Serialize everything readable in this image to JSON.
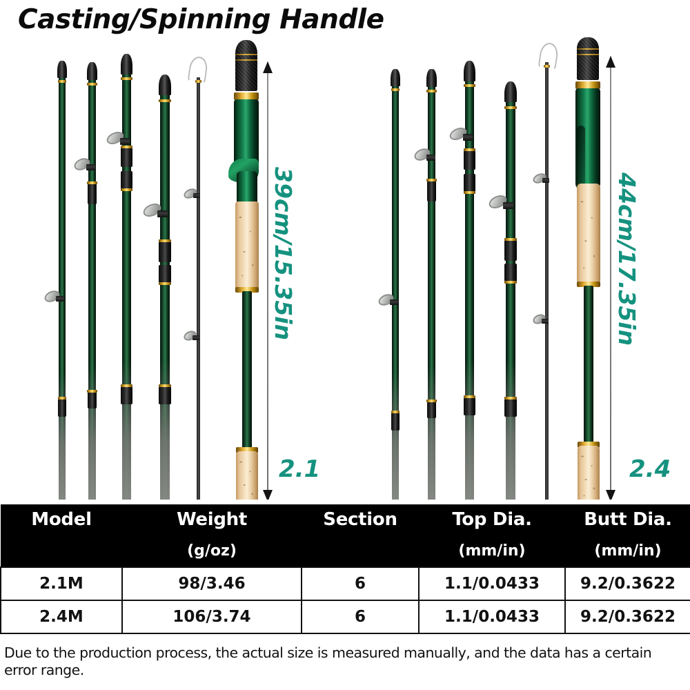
{
  "header": {
    "title": "Casting/Spinning Handle"
  },
  "colors": {
    "accent_teal": "#15927f",
    "table_header_bg": "#000000",
    "table_header_fg": "#ffffff",
    "rod_green": "#11784a",
    "rod_gold": "#d9a82a",
    "cork": "#efd5ad"
  },
  "products": [
    {
      "id": "casting",
      "handle_type": "casting-handle-with-trigger",
      "dimension_label": "39cm/15.35in",
      "model_label": "2.1",
      "sections_shown": 5
    },
    {
      "id": "spinning",
      "handle_type": "spinning-handle",
      "dimension_label": "44cm/17.35in",
      "model_label": "2.4",
      "sections_shown": 5
    }
  ],
  "spec_table": {
    "headers": [
      "Model",
      "Weight",
      "Section",
      "Top Dia.",
      "Butt Dia."
    ],
    "units": [
      "",
      "(g/oz)",
      "",
      "(mm/in)",
      "(mm/in)"
    ],
    "rows": [
      [
        "2.1M",
        "98/3.46",
        "6",
        "1.1/0.0433",
        "9.2/0.3622"
      ],
      [
        "2.4M",
        "106/3.74",
        "6",
        "1.1/0.0433",
        "9.2/0.3622"
      ]
    ]
  },
  "footnote": {
    "text": "Due to the production process, the actual size is measured manually, and the data has a certain error range."
  }
}
